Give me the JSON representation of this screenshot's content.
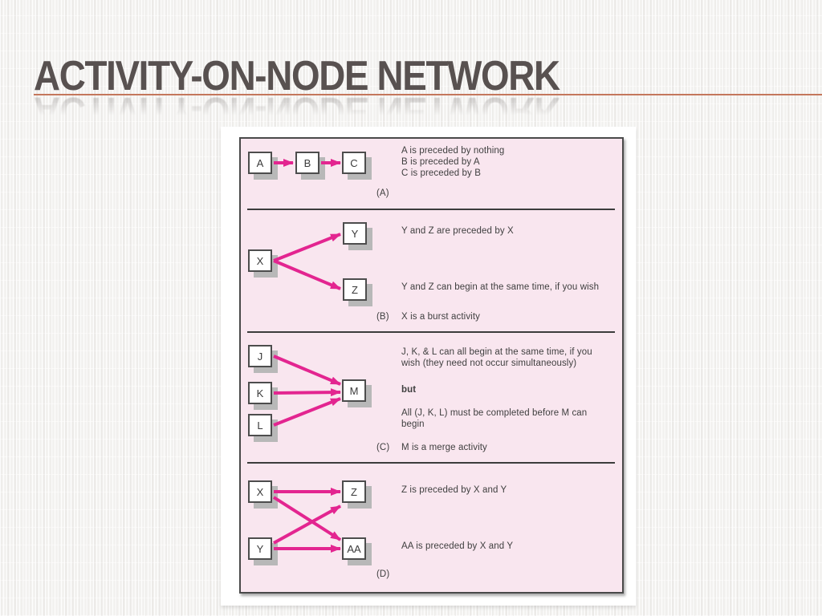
{
  "slide": {
    "title": "ACTIVITY-ON-NODE NETWORK",
    "accent_line_color": "#c4775c",
    "title_color": "#585150",
    "background_color": "#f3f2f0"
  },
  "figure": {
    "panel_fill": "#f9e6ef",
    "panel_border_color": "#4a4a4a",
    "arrow_color": "#e32590",
    "node_shadow_color": "#b8b8b8",
    "sections": [
      {
        "label": "(A)",
        "nodes": [
          "A",
          "B",
          "C"
        ],
        "notes": [
          "A is preceded by nothing",
          "B is preceded by A",
          "C is preceded by B"
        ]
      },
      {
        "label": "(B)",
        "nodes": [
          "X",
          "Y",
          "Z"
        ],
        "notes": [
          "Y and Z are preceded by X",
          "Y and Z can begin at the same time, if you wish"
        ],
        "caption": "X is a burst activity"
      },
      {
        "label": "(C)",
        "nodes": [
          "J",
          "K",
          "L",
          "M"
        ],
        "notes": [
          "J, K, & L can all begin at the same time, if you",
          "wish (they need not occur simultaneously)",
          "but",
          "All (J, K, L) must be completed before M can",
          "begin"
        ],
        "caption": "M is a merge activity"
      },
      {
        "label": "(D)",
        "nodes": [
          "X",
          "Y",
          "Z",
          "AA"
        ],
        "notes": [
          "Z is preceded by X and Y",
          "AA is preceded by X and Y"
        ]
      }
    ]
  }
}
